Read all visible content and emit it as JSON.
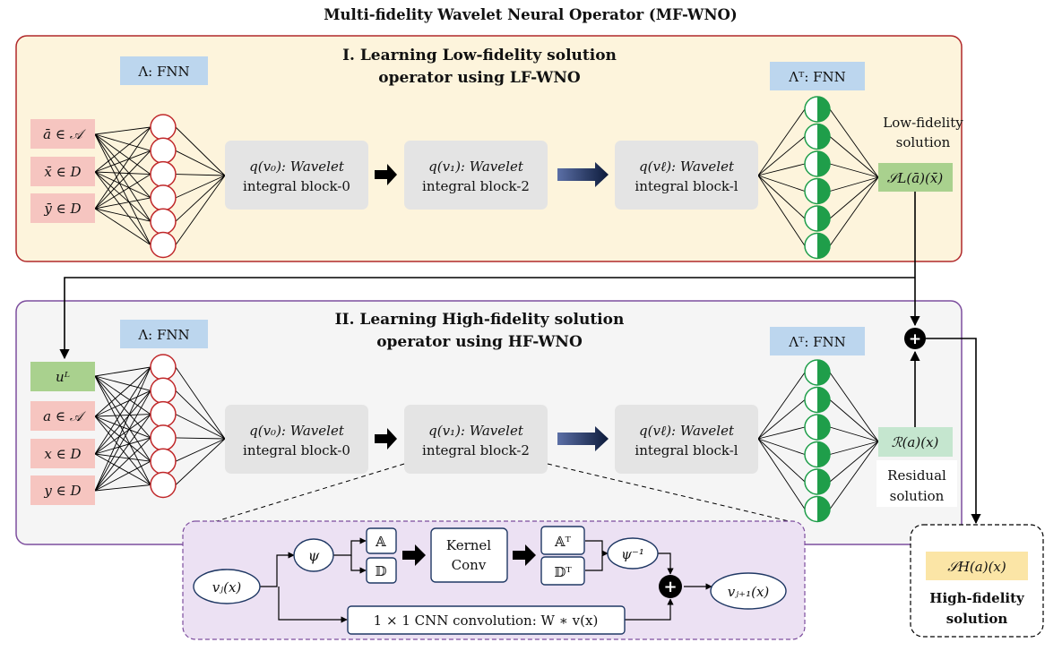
{
  "title": "Multi-fidelity Wavelet Neural Operator (MF-WNO)",
  "lf_panel": {
    "title_line1": "I. Learning Low-fidelity solution",
    "title_line2": "operator using LF-WNO",
    "lift_label": "Λ: FNN",
    "proj_label": "Λᵀ: FNN",
    "inputs": [
      "ā ∈ 𝒜",
      "x̄ ∈ D",
      "ȳ ∈ D"
    ],
    "blocks": [
      {
        "line1": "q(v₀): Wavelet",
        "line2": "integral block-0"
      },
      {
        "line1": "q(v₁): Wavelet",
        "line2": "integral block-2"
      },
      {
        "line1": "q(vℓ): Wavelet",
        "line2": "integral block-l"
      }
    ],
    "output_caption_line1": "Low-fidelity",
    "output_caption_line2": "solution",
    "output_label": "𝒮L(ā)(x̄)"
  },
  "hf_panel": {
    "title_line1": "II. Learning High-fidelity solution",
    "title_line2": "operator using HF-WNO",
    "lift_label": "Λ: FNN",
    "proj_label": "Λᵀ: FNN",
    "lf_input": "uᴸ",
    "inputs": [
      "a ∈ 𝒜",
      "x ∈ D",
      "y ∈ D"
    ],
    "blocks": [
      {
        "line1": "q(v₀): Wavelet",
        "line2": "integral block-0"
      },
      {
        "line1": "q(v₁): Wavelet",
        "line2": "integral block-2"
      },
      {
        "line1": "q(vℓ): Wavelet",
        "line2": "integral block-l"
      }
    ],
    "residual_label": "ℛ(a)(x)",
    "residual_caption_line1": "Residual",
    "residual_caption_line2": "solution"
  },
  "detail": {
    "input": "vⱼ(x)",
    "wavelet": "ψ",
    "coef_a": "𝔸",
    "coef_d": "𝔻",
    "kernel_line1": "Kernel",
    "kernel_line2": "Conv",
    "coef_at": "𝔸ᵀ",
    "coef_dt": "𝔻ᵀ",
    "inverse_wavelet": "ψ⁻¹",
    "output": "vⱼ₊₁(x)",
    "cnn_label": "1 × 1 CNN convolution: W ∗ v(x)"
  },
  "final": {
    "output_label": "𝒮H(a)(x)",
    "caption_line1": "High-fidelity",
    "caption_line2": "solution"
  },
  "colors": {
    "lf_panel_fill": "#fdf4dc",
    "lf_panel_border": "#b0282a",
    "hf_panel_fill": "#f5f5f5",
    "hf_panel_border": "#7d4e9e",
    "detail_fill": "#ece1f3",
    "input_fill": "#f6c5c0",
    "fnn_fill": "#bcd6ee",
    "block_fill": "#e4e4e4",
    "output_fill": "#a9d18e",
    "residual_fill": "#c5e6cf",
    "final_fill": "#fbe5a6",
    "neuron_red": "#c0282a",
    "neuron_green": "#1f9e4a",
    "node_blue": "#1f3864"
  }
}
